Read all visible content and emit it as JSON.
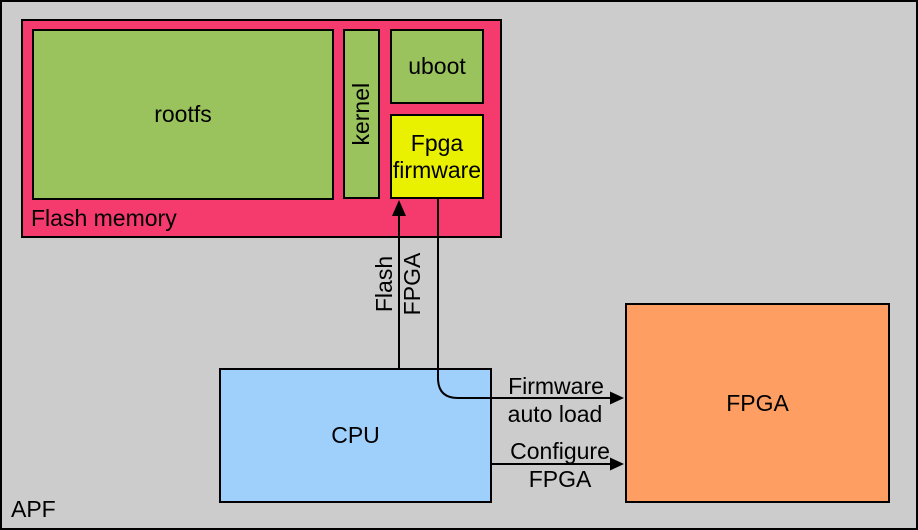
{
  "colors": {
    "canvas_bg": "#cccccc",
    "flash_bg": "#f53a6e",
    "partition_green": "#9ac25d",
    "firmware_yellow": "#e9f000",
    "cpu_blue": "#9fcffb",
    "fpga_orange": "#fe9e63",
    "line": "#000000"
  },
  "canvas": {
    "label": "APF"
  },
  "flash_memory": {
    "label": "Flash memory",
    "partitions": {
      "rootfs": "rootfs",
      "kernel": "kernel",
      "uboot": "uboot",
      "fpga_firmware_line1": "Fpga",
      "fpga_firmware_line2": "firmware"
    }
  },
  "cpu": {
    "label": "CPU"
  },
  "fpga": {
    "label": "FPGA"
  },
  "arrows": {
    "flash_fpga": {
      "label_line1": "Flash",
      "label_line2": "FPGA"
    },
    "firmware_auto_load": {
      "label_line1": "Firmware",
      "label_line2": "auto load"
    },
    "configure_fpga": {
      "label_line1": "Configure",
      "label_line2": "FPGA"
    }
  }
}
